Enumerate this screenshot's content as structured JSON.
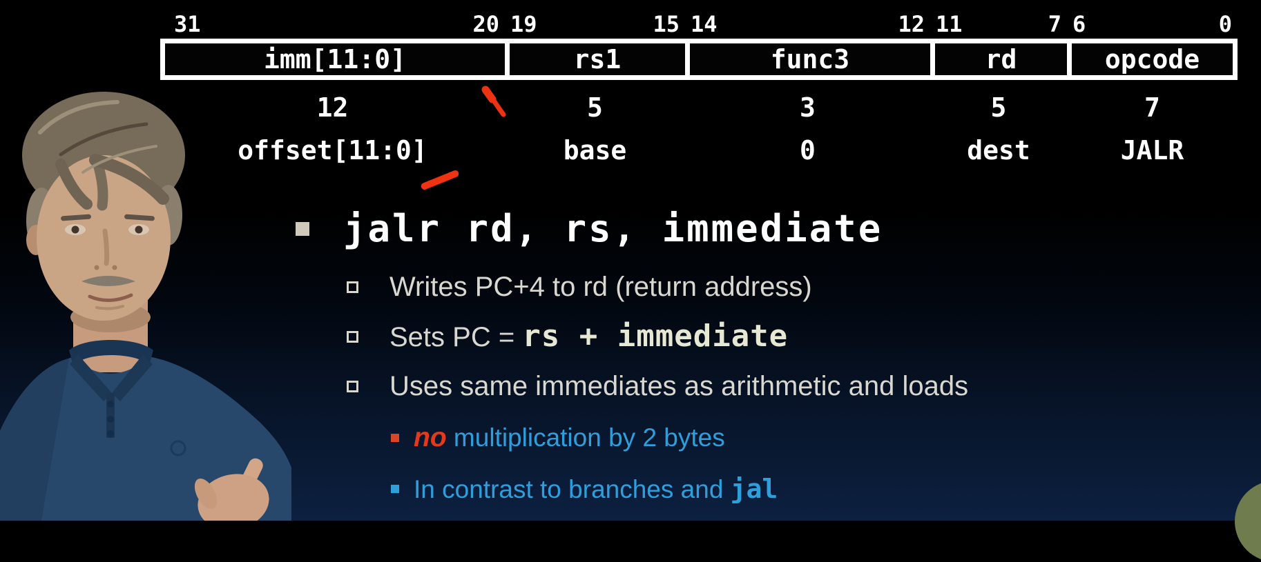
{
  "format_table": {
    "fields": [
      {
        "hi": "31",
        "lo": "20",
        "name": "imm[11:0]",
        "width": "12",
        "operand": "offset[11:0]"
      },
      {
        "hi": "19",
        "lo": "15",
        "name": "rs1",
        "width": "5",
        "operand": "base"
      },
      {
        "hi": "14",
        "lo": "12",
        "name": "func3",
        "width": "3",
        "operand": "0"
      },
      {
        "hi": "11",
        "lo": "7",
        "name": "rd",
        "width": "5",
        "operand": "dest"
      },
      {
        "hi": "6",
        "lo": "0",
        "name": "opcode",
        "width": "7",
        "operand": "JALR"
      }
    ]
  },
  "content": {
    "heading_code": "jalr rd, rs, immediate",
    "bullet1": "Writes PC+4 to rd (return address)",
    "bullet2_prefix": "Sets PC = ",
    "bullet2_code": "rs + immediate",
    "bullet3": "Uses same immediates as arithmetic and loads",
    "bullet4_no": "no",
    "bullet4_rest": " multiplication by 2 bytes",
    "bullet5_prefix": "In contrast to branches and ",
    "bullet5_code": "jal"
  },
  "colors": {
    "slide_text": "#d8d8d0",
    "code_pale": "#e6e8d4",
    "accent_blue": "#2f9fdc",
    "accent_red": "#e5391c",
    "annotation_red": "#ee3312",
    "green_badge": "#6e7c4e",
    "shirt_blue": "#27486b"
  },
  "presenter": {
    "description": "Lecturer with gray-brown hair and mustache wearing a dark blue polo shirt, gesturing with one hand"
  }
}
